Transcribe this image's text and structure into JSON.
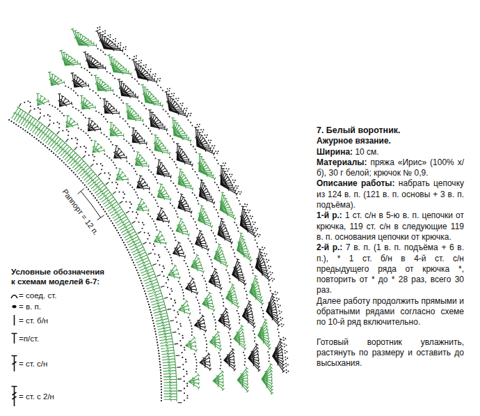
{
  "diagram": {
    "title": "7. Белый воротник.",
    "labels": [
      "Ажурное вязание.",
      "Ширина:",
      "10 см.",
      "Материалы:",
      "пряжа «Ирис» (100% х/б), 30 г белой; крючок № 0,9.",
      "Описание работы:",
      "набрать цепочку из 124 в. п. (121 в. п. основы + 3 в. п. подъёма).",
      "1-й р.:",
      "1 ст. с/н в 5-ю в. п. цепочки от крючка, 119 ст. с/н в следующие 119 в. п. основания цепочки от крючка.",
      "2-й р.:",
      "7 в. п. (1 в. п. подъёма + 6 в. п.), * 1 ст. б/н в 4-й ст. с/н предыдущего ряда от крючка *, повторить от * до * 28 раз, всего 30 раз.",
      "Далее работу продолжить прямыми и обратными рядами согласно схеме по 10-й ряд включительно.",
      "Готовый воротник увлажнить, растянуть по размеру и оставить до высыхания.",
      "Условные обозначения к схемам моделей 6-7:",
      "Раппорт = 12 п."
    ],
    "legend": [
      {
        "text": "= соед. ст."
      },
      {
        "text": "= в. п."
      },
      {
        "text": "= ст. б/н"
      },
      {
        "text": "=п/ст."
      },
      {
        "text": "= ст. с/н"
      },
      {
        "text": "= ст. с 2/н"
      }
    ]
  }
}
